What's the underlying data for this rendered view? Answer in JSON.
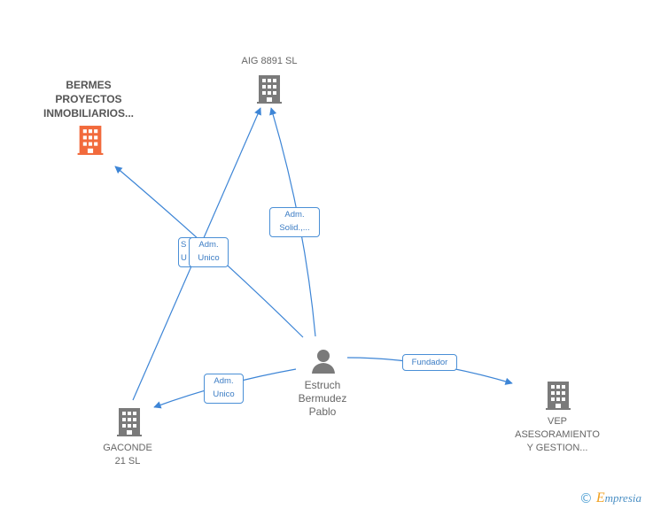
{
  "nodes": {
    "aig": {
      "label": "AIG 8891  SL",
      "kind": "company",
      "color": "#7a7a7a"
    },
    "bermes": {
      "label": "BERMES\nPROYECTOS\nINMOBILIARIOS...",
      "kind": "company",
      "color": "#f26a3c"
    },
    "gaconde": {
      "label": "GACONDE\n21  SL",
      "kind": "company",
      "color": "#7a7a7a"
    },
    "vep": {
      "label": "VEP\nASESORAMIENTO\nY GESTION...",
      "kind": "company",
      "color": "#7a7a7a"
    },
    "person": {
      "label": "Estruch\nBermudez\nPablo",
      "kind": "person",
      "color": "#7a7a7a"
    }
  },
  "edges": {
    "to_aig": {
      "label": "Adm.\nSolid.,..."
    },
    "to_bermes_under": {
      "label": "S\nU"
    },
    "to_bermes": {
      "label": "Adm.\nUnico"
    },
    "to_gaconde": {
      "label": "Adm.\nUnico"
    },
    "to_vep": {
      "label": "Fundador"
    }
  },
  "colors": {
    "edge": "#3d85d6",
    "edge_text": "#3b7cc4"
  },
  "footer": {
    "copyright": "©",
    "brand_initial": "E",
    "brand_rest": "mpresia"
  }
}
